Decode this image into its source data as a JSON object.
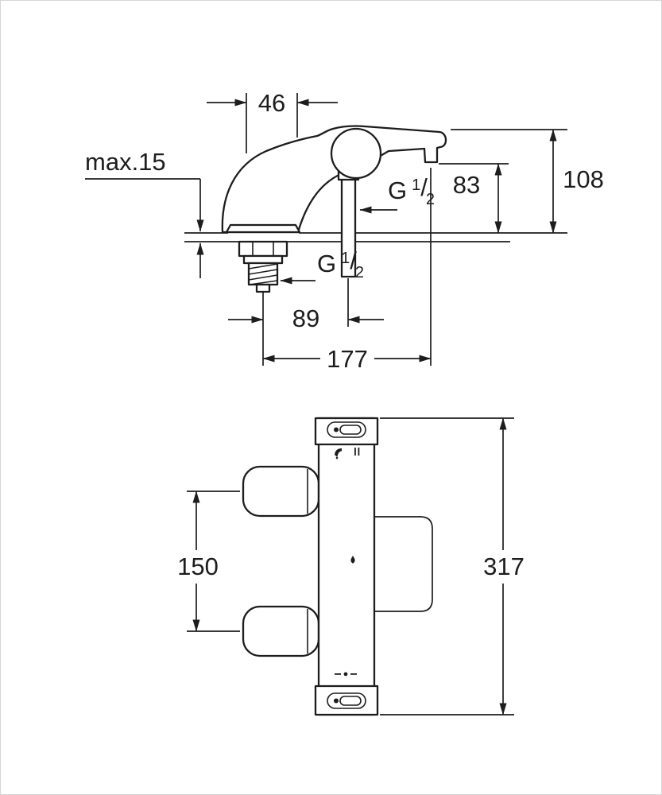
{
  "palette": {
    "ink": "#1d1d1d",
    "background": "#ffffff",
    "border": "#d6d6d6"
  },
  "top_view": {
    "dims": {
      "knob_width": "46",
      "max_deck_thickness": "max.15",
      "spout_height": "83",
      "total_height": "108",
      "inlet_offset": "89",
      "outlet_offset": "177"
    },
    "thread": {
      "g": "G",
      "num": "1",
      "slash": "/",
      "den": "2"
    }
  },
  "front_view": {
    "dims": {
      "connection_spacing": "150",
      "total_height": "317"
    }
  },
  "icons": {
    "top_icons": "tap-and-shower-symbols",
    "bottom_icons": "temperature-scale-symbols",
    "drop": "water-drop"
  }
}
